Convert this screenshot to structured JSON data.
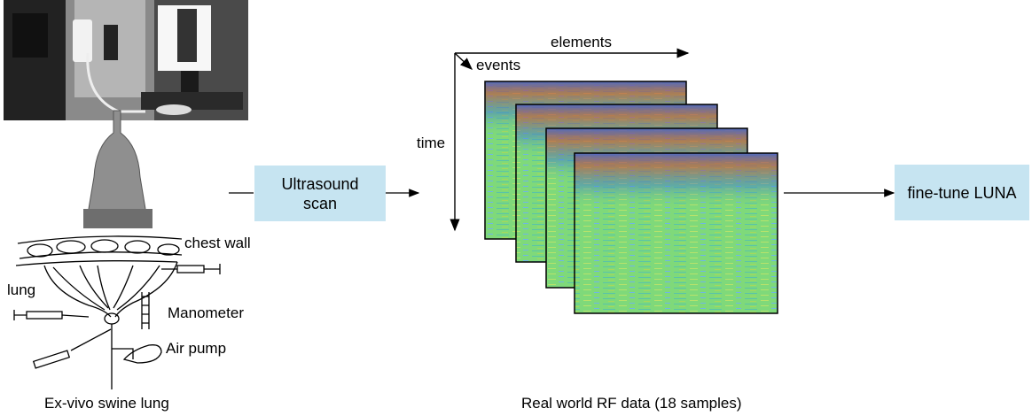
{
  "labels": {
    "chest_wall": "chest wall",
    "lung": "lung",
    "manometer": "Manometer",
    "air_pump": "Air pump",
    "elements": "elements",
    "events": "events",
    "time": "time"
  },
  "boxes": {
    "ultrasound_line1": "Ultrasound",
    "ultrasound_line2": "scan",
    "finetune": "fine-tune LUNA"
  },
  "captions": {
    "left": "Ex-vivo swine lung",
    "right": "Real world RF data (18 samples)"
  },
  "colors": {
    "box_fill": "#c6e4f1",
    "rf_base": "#7fd97a",
    "rf_blue": "#3b6fd8",
    "rf_red": "#c8433c"
  }
}
